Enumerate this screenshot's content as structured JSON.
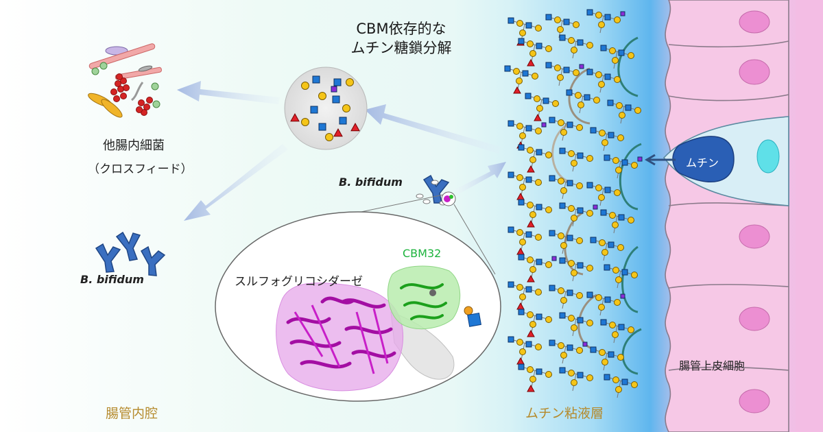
{
  "title": {
    "line1": "CBM依存的な",
    "line2": "ムチン糖鎖分解"
  },
  "labels": {
    "other_bacteria": "他腸内細菌",
    "cross_feeding": "（クロスフィード）",
    "bifidum_top": "B. bifidum",
    "bifidum_bottom": "B. bifidum",
    "cbm32": "CBM32",
    "sulfoglycosidase": "スルフォグリコシダーゼ",
    "mucin": "ムチン",
    "epithelial_cells": "腸管上皮細胞",
    "intestinal_lumen": "腸管内腔",
    "mucus_layer": "ムチン粘液層"
  },
  "colors": {
    "galactose_circle": "#f5c518",
    "glcnac_square": "#1f77d4",
    "fucose_triangle": "#e0202a",
    "sulfate_square": "#8c2bd6",
    "cell_pink": "#f6c8e6",
    "nucleus_pink": "#ec8fd2",
    "mucus_blue": "#6fc2ef",
    "bifidum_blue": "#3a6fc0",
    "enzyme_magenta": "#c81fc8",
    "cbm_green": "#2fbf2f"
  }
}
